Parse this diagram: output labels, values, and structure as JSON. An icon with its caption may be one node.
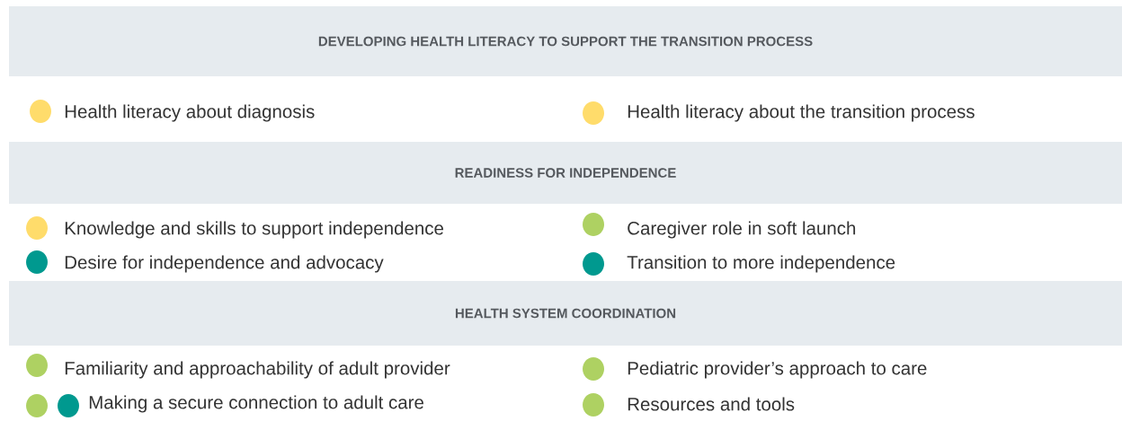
{
  "diagram": {
    "nodes": [
      {
        "text": [
          "DEVELOPING HEALTH LITERACY TO SUPPORT THE TRANSITION PROCESS"
        ]
      },
      {
        "text": [
          "READINESS FOR INDEPENDENCE"
        ]
      },
      {
        "text": [
          "HEALTH SYSTEM COORDINATION"
        ]
      }
    ],
    "labels": [
      "Health literacy about diagnosis",
      "Health literacy about the transition process",
      "Knowledge and skills to support independence",
      "Caregiver role in soft launch",
      "Desire for independence and advocacy",
      "Transition to more independence",
      "Familiarity and approachability of adult provider",
      "Pediatric provider’s approach to care",
      "Making a secure connection to adult care",
      "Resources and tools"
    ]
  }
}
